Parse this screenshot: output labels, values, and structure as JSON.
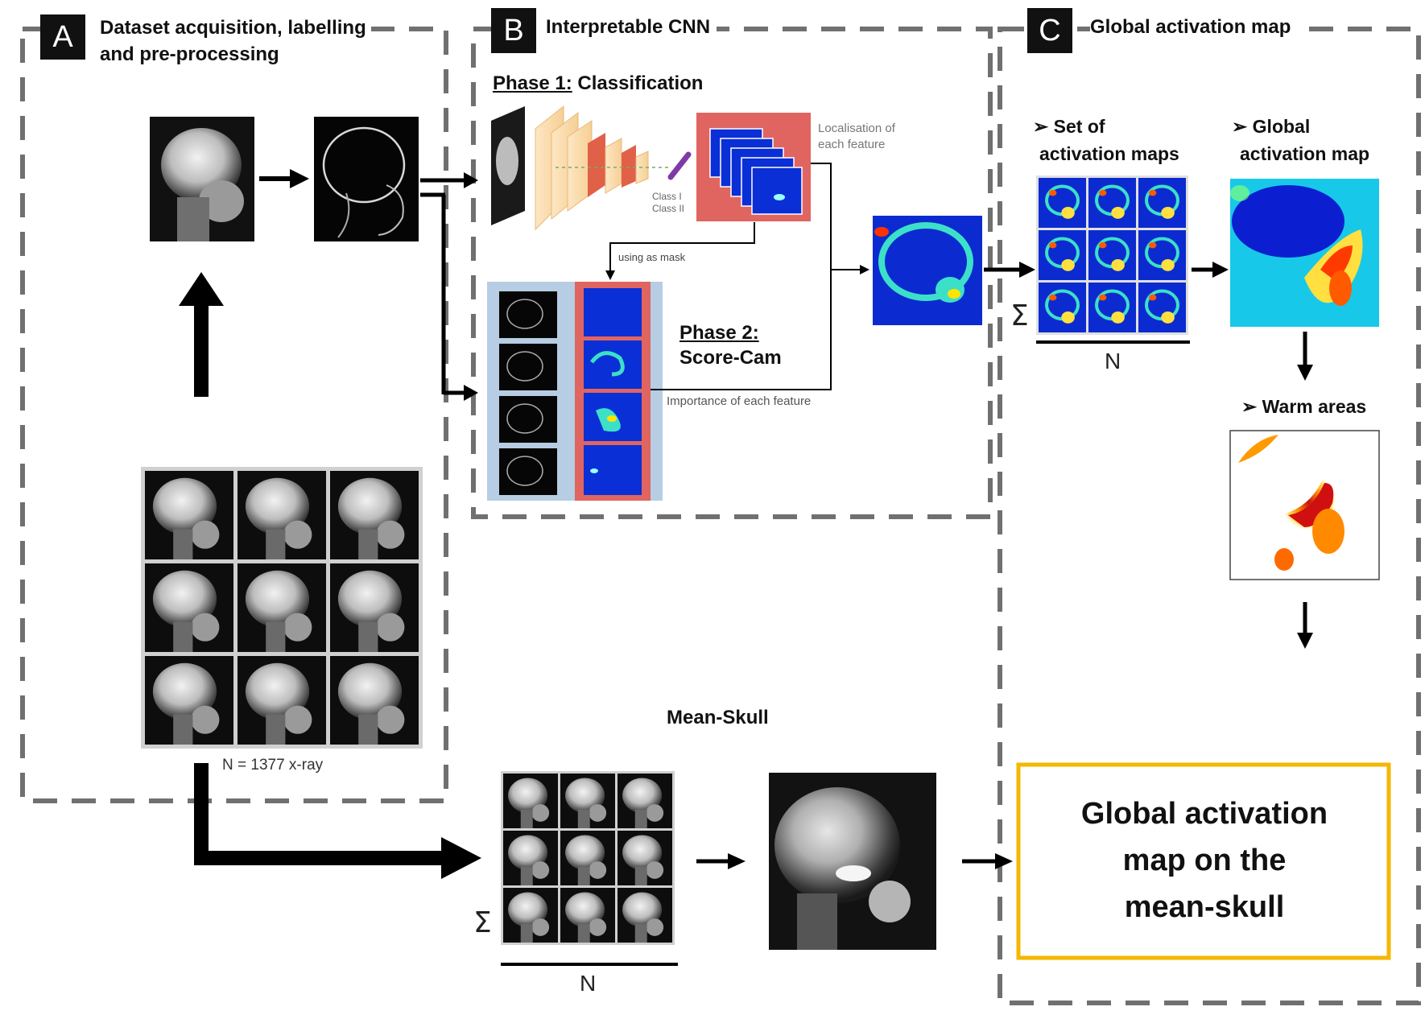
{
  "panel_a": {
    "tag": "A",
    "title_line1": "Dataset acquisition, labelling",
    "title_line2": "and pre-processing",
    "dataset_caption": "N = 1377 x-ray"
  },
  "panel_b": {
    "tag": "B",
    "title": "Interpretable CNN",
    "phase1_prefix": "Phase 1:",
    "phase1_suffix": " Classification",
    "localisation_line1": "Localisation of",
    "localisation_line2": "each feature",
    "class_1": "Class I",
    "class_2": "Class II",
    "mask_note": "using as mask",
    "phase2_line1": "Phase 2:",
    "phase2_line2": "Score-Cam",
    "importance_note": "Importance of each feature"
  },
  "panel_c": {
    "tag": "C",
    "title": "Global activation map",
    "set_line1": "Set of",
    "set_line2": "activation maps",
    "global_line1": "Global",
    "global_line2": "activation map",
    "warm_areas": "Warm areas",
    "bullet": "➢",
    "sum_symbol": "Σ",
    "n_label": "N"
  },
  "mean_skull": {
    "title": "Mean-Skull",
    "sum_symbol": "Σ",
    "n_label": "N"
  },
  "result_box": {
    "line1": "Global activation",
    "line2": "map on the",
    "line3": "mean-skull"
  },
  "colors": {
    "dash_border": "#707070",
    "result_border": "#f5b700",
    "tag_bg": "#111111",
    "feature_bg": "#e06560",
    "input_bg": "#b6cde3"
  }
}
